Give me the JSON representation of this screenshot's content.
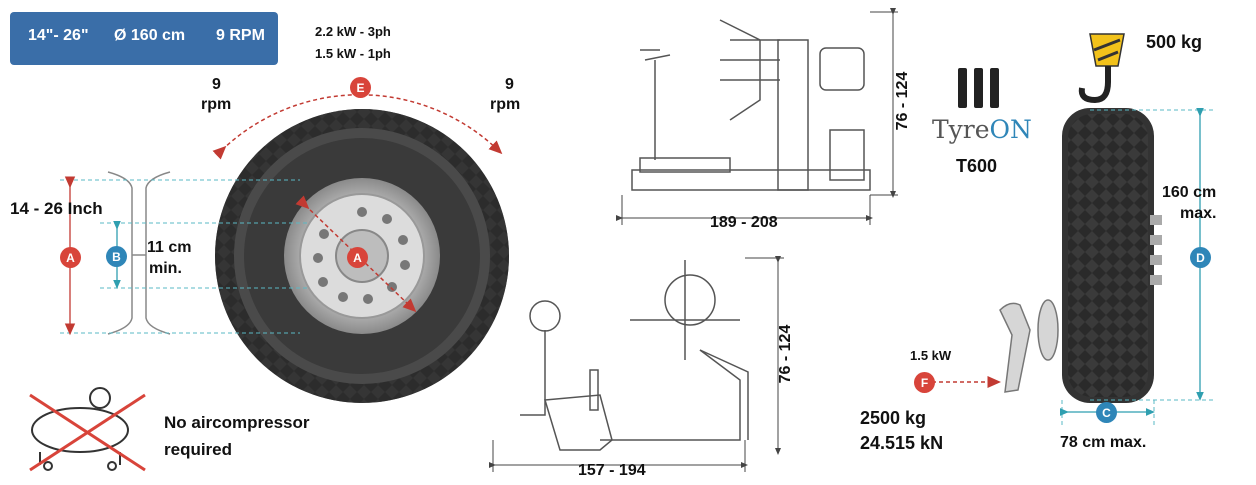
{
  "specs_banner": {
    "size_range": "14\"- 26\"",
    "diameter": "Ø 160 cm",
    "speed": "9 RPM"
  },
  "power": {
    "three_phase": "2.2 kW - 3ph",
    "single_phase": "1.5 kW - 1ph"
  },
  "rotation": {
    "left_value": "9",
    "left_unit": "rpm",
    "right_value": "9",
    "right_unit": "rpm"
  },
  "rim_range": "14 - 26 Inch",
  "rim_min": {
    "value": "11 cm",
    "unit": "min."
  },
  "badges": {
    "a": "A",
    "b": "B",
    "c": "C",
    "d": "D",
    "e": "E",
    "f": "F"
  },
  "compressor_note": {
    "line1": "No aircompressor",
    "line2": "required"
  },
  "top_machine": {
    "width": "189 - 208",
    "height": "76 - 124"
  },
  "side_machine": {
    "width": "157 - 194",
    "height": "76 - 124"
  },
  "brand": {
    "name_part1": "Tyre",
    "name_part2": "ON",
    "model": "T600"
  },
  "lift": {
    "capacity": "500 kg"
  },
  "tyre_dims": {
    "height": "160 cm",
    "height_unit": "max.",
    "width": "78 cm max."
  },
  "force": {
    "power": "1.5 kW",
    "mass": "2500 kg",
    "newtons": "24.515 kN"
  },
  "colors": {
    "banner": "#3a6ea8",
    "red_accent": "#d8443a",
    "blue_accent": "#2f86b8",
    "guide_teal": "#5ab8c4"
  }
}
